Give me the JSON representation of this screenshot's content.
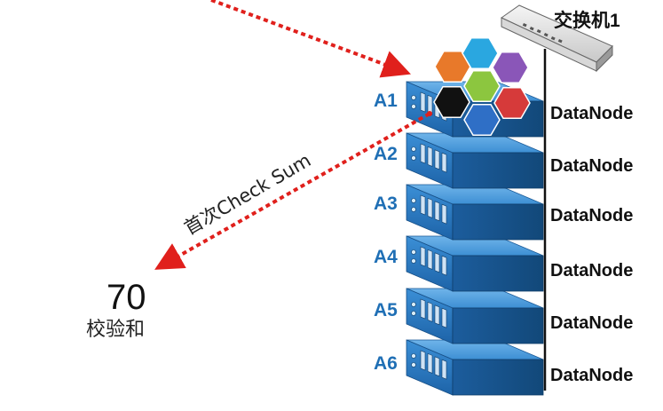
{
  "switch": {
    "label": "交换机1"
  },
  "servers": [
    {
      "label": "A1",
      "node": "DataNode"
    },
    {
      "label": "A2",
      "node": "DataNode"
    },
    {
      "label": "A3",
      "node": "DataNode"
    },
    {
      "label": "A4",
      "node": "DataNode"
    },
    {
      "label": "A5",
      "node": "DataNode"
    },
    {
      "label": "A6",
      "node": "DataNode"
    }
  ],
  "checksum": {
    "value": "70",
    "label": "校验和"
  },
  "arrow": {
    "label": "首次Check Sum",
    "color": "#e0201c"
  },
  "colors": {
    "server_blue": "#2a80c8",
    "label_blue": "#1f6fb5",
    "hexagons": [
      "#e8792a",
      "#2aa7e0",
      "#8a56b8",
      "#111111",
      "#8cc63f",
      "#d63a3a",
      "#2f6fc6"
    ]
  }
}
